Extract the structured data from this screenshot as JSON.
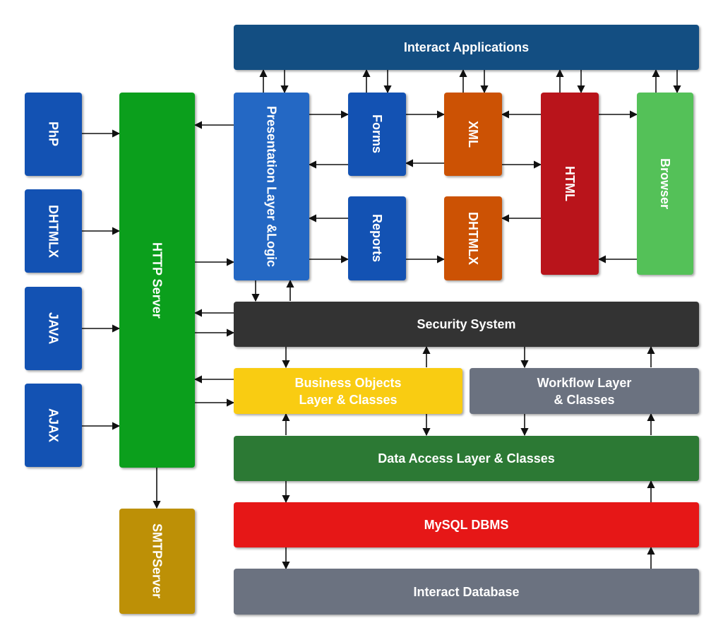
{
  "colors": {
    "apps": "#134e82",
    "presentation": "#2468c4",
    "blue_dark": "#1352b3",
    "orange": "#cc5204",
    "html": "#b9141b",
    "browser": "#54c158",
    "http": "#0b9f1c",
    "smtp": "#bd9006",
    "security": "#333333",
    "business": "#f9cc12",
    "workflow": "#6b7280",
    "data_access": "#2c7934",
    "mysql": "#e61717",
    "database": "#6b7280",
    "arrow": "#111111"
  },
  "nodes": {
    "php": "PhP",
    "dhtmlx_left": "DHTMLX",
    "java": "JAVA",
    "ajax": "AJAX",
    "http_server": "HTTP Server",
    "smtp_server": [
      "SMTP",
      "Server"
    ],
    "interact_applications": "Interact Applications",
    "presentation": [
      "Presentation Layer &",
      "Logic"
    ],
    "forms": "Forms",
    "reports": "Reports",
    "xml": "XML",
    "dhtmlx_mid": "DHTMLX",
    "html": "HTML",
    "browser": "Browser",
    "security_system": "Security System",
    "business_objects": [
      "Business Objects",
      "Layer & Classes"
    ],
    "workflow": [
      "Workflow Layer",
      "& Classes"
    ],
    "data_access": "Data Access Layer & Classes",
    "mysql": "MySQL DBMS",
    "interact_database": "Interact Database"
  }
}
